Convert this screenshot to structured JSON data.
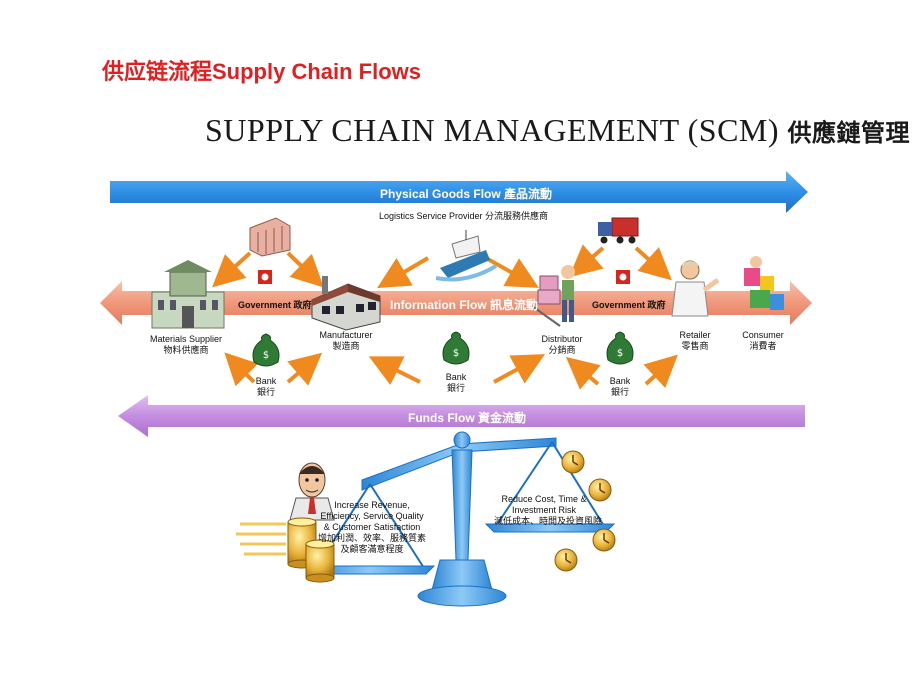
{
  "slide_title": "供应链流程Supply Chain Flows",
  "diagram_title": {
    "en": "SUPPLY CHAIN MANAGEMENT (SCM)",
    "zh": "供應鏈管理"
  },
  "flows": {
    "physical": "Physical Goods Flow 產品流動",
    "information": "Information Flow 訊息流動",
    "funds": "Funds Flow 資金流動"
  },
  "logistics": "Logistics Service Provider 分流服務供應商",
  "government_left": "Government 政府",
  "government_right": "Government 政府",
  "actors": {
    "materials_supplier": {
      "en": "Materials Supplier",
      "zh": "物料供應商"
    },
    "manufacturer": {
      "en": "Manufacturer",
      "zh": "製造商"
    },
    "distributor": {
      "en": "Distributor",
      "zh": "分銷商"
    },
    "retailer": {
      "en": "Retailer",
      "zh": "零售商"
    },
    "consumer": {
      "en": "Consumer",
      "zh": "消費者"
    }
  },
  "banks": [
    {
      "en": "Bank",
      "zh": "銀行"
    },
    {
      "en": "Bank",
      "zh": "銀行"
    },
    {
      "en": "Bank",
      "zh": "銀行"
    }
  ],
  "scale": {
    "left": [
      "Increase Revenue,",
      "Efficiency, Service Quality",
      "& Customer Satisfaction",
      "增加利潤、效率、服務質素",
      "及顧客滿意程度"
    ],
    "right": [
      "Reduce Cost, Time &",
      "Investment Risk",
      "減低成本、時間及投資風險"
    ]
  },
  "colors": {
    "title_red": "#e02020",
    "physical_blue": "#2f8fe6",
    "information_salmon": "#f0977a",
    "funds_purple": "#c58de0",
    "arrow_orange": "#f08a1e",
    "scale_blue": "#4aa6e6"
  }
}
